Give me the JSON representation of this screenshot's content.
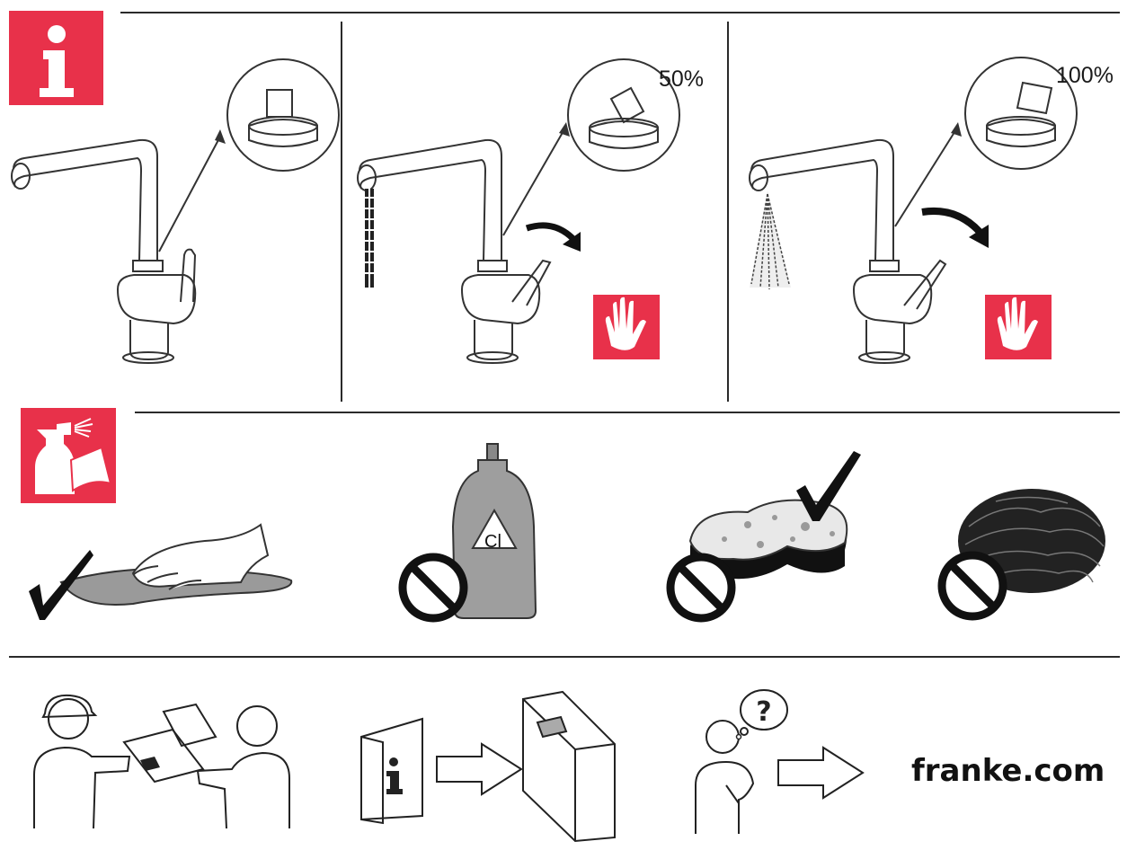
{
  "usage": {
    "level_half": "50%",
    "level_full": "100%"
  },
  "cleaning": {
    "bottle_label": "Cl"
  },
  "footer": {
    "website": "franke.com"
  },
  "colors": {
    "accent": "#e8314a",
    "line": "#2a2a2a",
    "fill_gray": "#9a9a9a"
  },
  "icons": [
    "info-icon",
    "cleaning-icon",
    "hand-stop-icon",
    "check-icon",
    "prohibited-icon",
    "arrow-right-icon"
  ]
}
